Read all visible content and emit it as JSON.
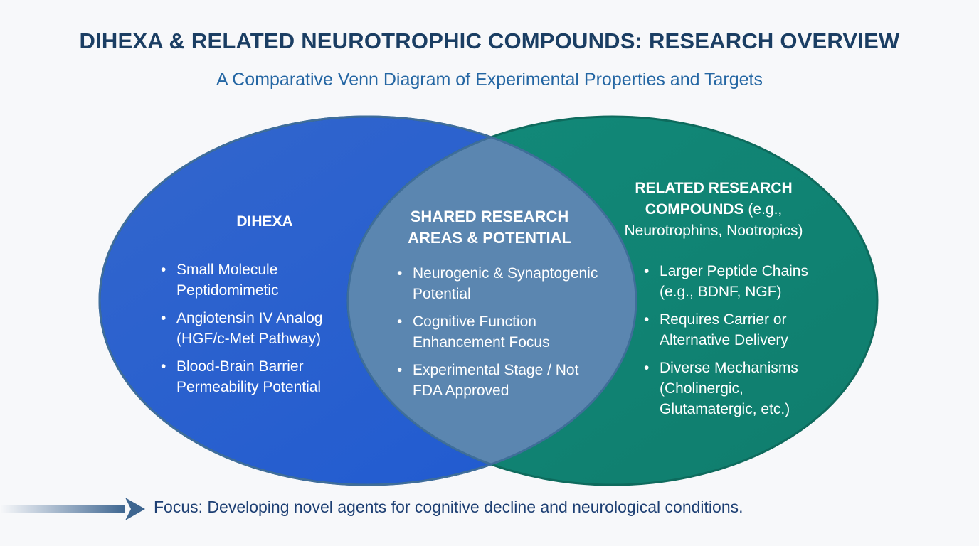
{
  "title": "DIHEXA & RELATED NEUROTROPHIC COMPOUNDS: RESEARCH OVERVIEW",
  "subtitle": "A Comparative Venn Diagram of Experimental Properties and Targets",
  "left_set": {
    "heading": "DIHEXA",
    "color": "#2b5fd0",
    "bullets": [
      "Small Molecule Peptidomimetic",
      "Angiotensin IV Analog (HGF/c-Met Pathway)",
      "Blood-Brain Barrier Permeability Potential"
    ]
  },
  "overlap": {
    "heading": "SHARED RESEARCH AREAS & POTENTIAL",
    "color": "#4a7ba6",
    "bullets": [
      "Neurogenic & Synaptogenic Potential",
      "Cognitive Function Enhancement Focus",
      "Experimental Stage / Not FDA Approved"
    ]
  },
  "right_set": {
    "heading_bold": "RELATED RESEARCH COMPOUNDS",
    "heading_plain": "(e.g., Neurotrophins, Nootropics)",
    "color": "#178a7a",
    "bullets": [
      "Larger Peptide Chains (e.g., BDNF, NGF)",
      "Requires Carrier or Alternative Delivery",
      "Diverse Mechanisms (Cholinergic, Glutamatergic, etc.)"
    ]
  },
  "footer": {
    "text": "Focus: Developing novel agents for cognitive decline and neurological conditions.",
    "icon": "arrow-right-icon"
  }
}
